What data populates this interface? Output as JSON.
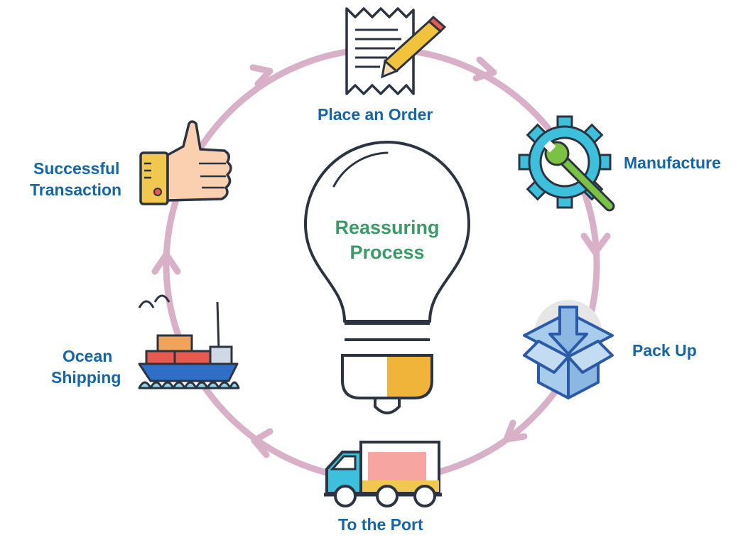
{
  "center": {
    "line1": "Reassuring",
    "line2": "Process"
  },
  "steps": [
    {
      "line1": "Place an Order",
      "icon": "order-form-pencil-icon"
    },
    {
      "line1": "Manufacture",
      "icon": "gear-wrench-icon"
    },
    {
      "line1": "Pack Up",
      "icon": "box-arrow-icon"
    },
    {
      "line1": "To the Port",
      "icon": "truck-icon"
    },
    {
      "line1": "Ocean",
      "line2": "Shipping",
      "icon": "cargo-ship-icon"
    },
    {
      "line1": "Successful",
      "line2": "Transaction",
      "icon": "thumbs-up-icon"
    }
  ],
  "colors": {
    "label": "#1466a8",
    "center_text": "#3a9b68",
    "cycle_ring": "#d8b0c8",
    "outline": "#2b3440",
    "bulb_accent": "#f0b43a"
  }
}
